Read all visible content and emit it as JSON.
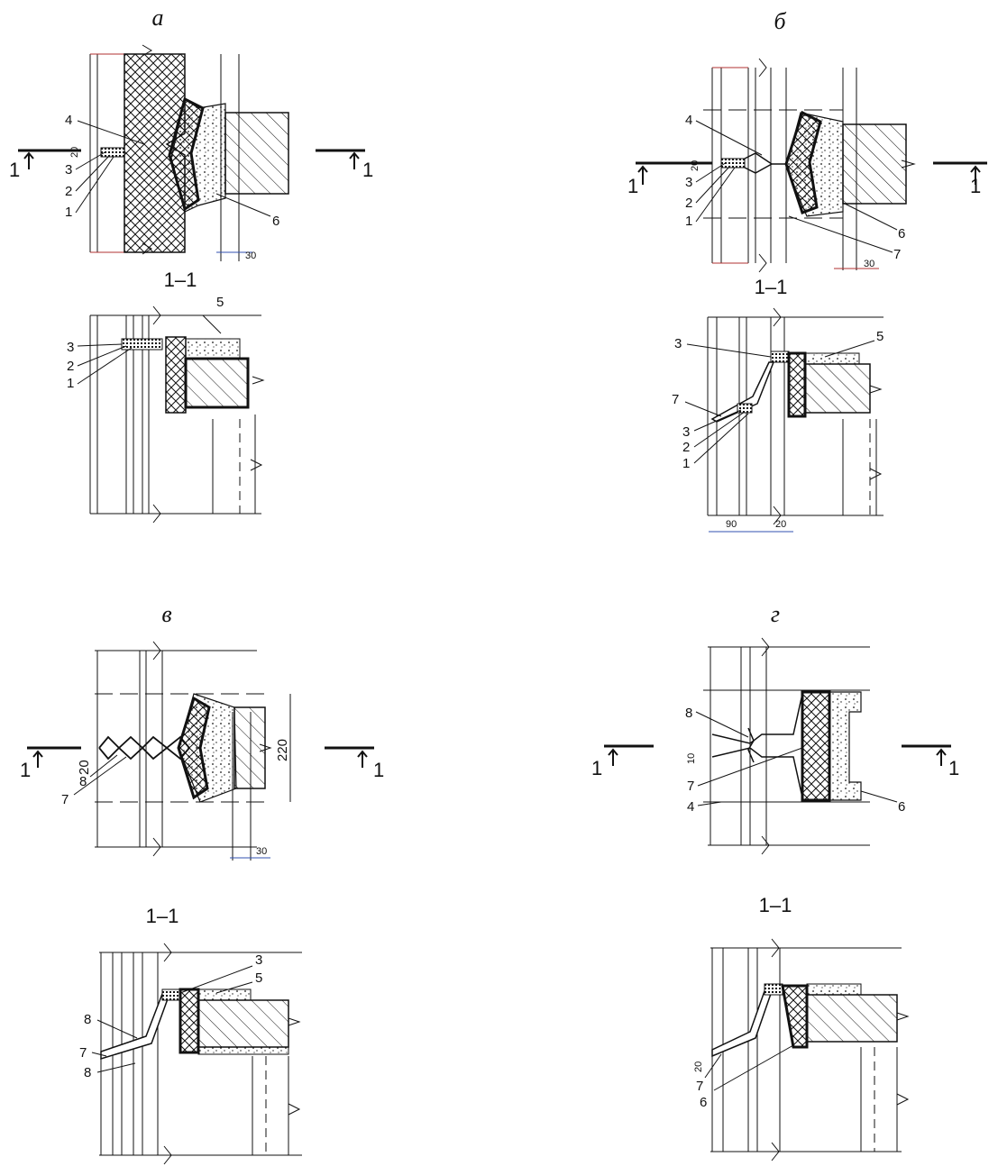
{
  "variants": {
    "a": {
      "label": "а"
    },
    "b": {
      "label": "б"
    },
    "v": {
      "label": "в"
    },
    "g": {
      "label": "г"
    }
  },
  "section_label": "1–1",
  "section_mark": "1",
  "callouts": {
    "c1": "1",
    "c2": "2",
    "c3": "3",
    "c4": "4",
    "c5": "5",
    "c6": "6",
    "c7": "7",
    "c8": "8"
  },
  "dims": {
    "d20": "20",
    "d30": "30",
    "d90": "90",
    "d10": "10",
    "d220": "220"
  },
  "colors": {
    "ink": "#111111",
    "red_line": "#b03030",
    "blue_line": "#3050b0"
  }
}
